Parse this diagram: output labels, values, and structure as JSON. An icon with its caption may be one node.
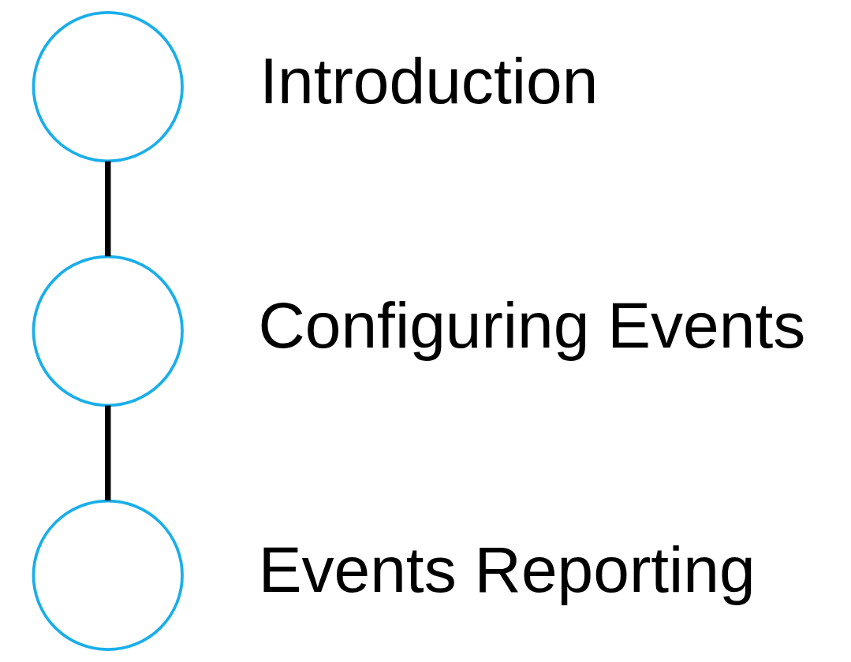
{
  "diagram": {
    "nodes": [
      {
        "text": [],
        "shape": "circle",
        "beside": [
          "Introduction"
        ]
      },
      {
        "text": [],
        "shape": "circle",
        "beside": [
          "Configuring Events"
        ]
      },
      {
        "text": [],
        "shape": "circle",
        "beside": [
          "Events Reporting"
        ]
      }
    ],
    "edges": [
      {
        "from": 0,
        "to": 1,
        "arrow": "none"
      },
      {
        "from": 1,
        "to": 2,
        "arrow": "none"
      }
    ]
  }
}
